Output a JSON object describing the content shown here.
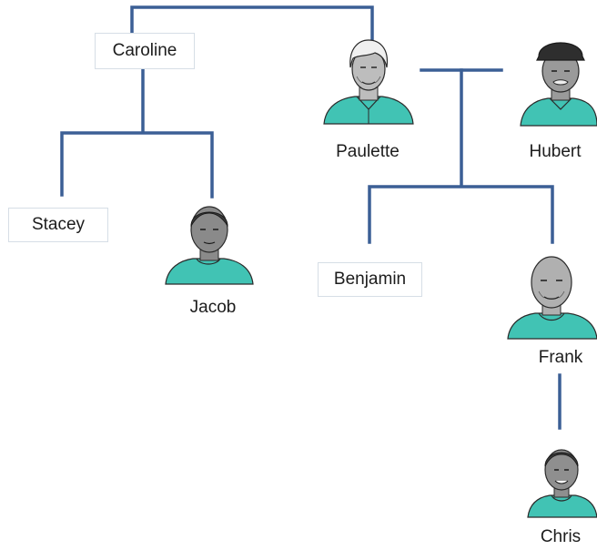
{
  "people": {
    "caroline": "Caroline",
    "paulette": "Paulette",
    "hubert": "Hubert",
    "stacey": "Stacey",
    "jacob": "Jacob",
    "benjamin": "Benjamin",
    "frank": "Frank",
    "chris": "Chris"
  },
  "colors": {
    "connector": "#3b5f95",
    "shirt": "#41c3b4",
    "skin_dark": "#8a8a8a",
    "skin_medium": "#b4b4b4",
    "skin_light": "#e4e4e4",
    "box_border": "#d6dee6"
  },
  "icons": {
    "paulette": "elderly-woman-portrait-icon",
    "hubert": "man-with-cap-portrait-icon",
    "jacob": "young-man-portrait-icon",
    "frank": "bald-man-portrait-icon",
    "chris": "boy-portrait-icon"
  }
}
